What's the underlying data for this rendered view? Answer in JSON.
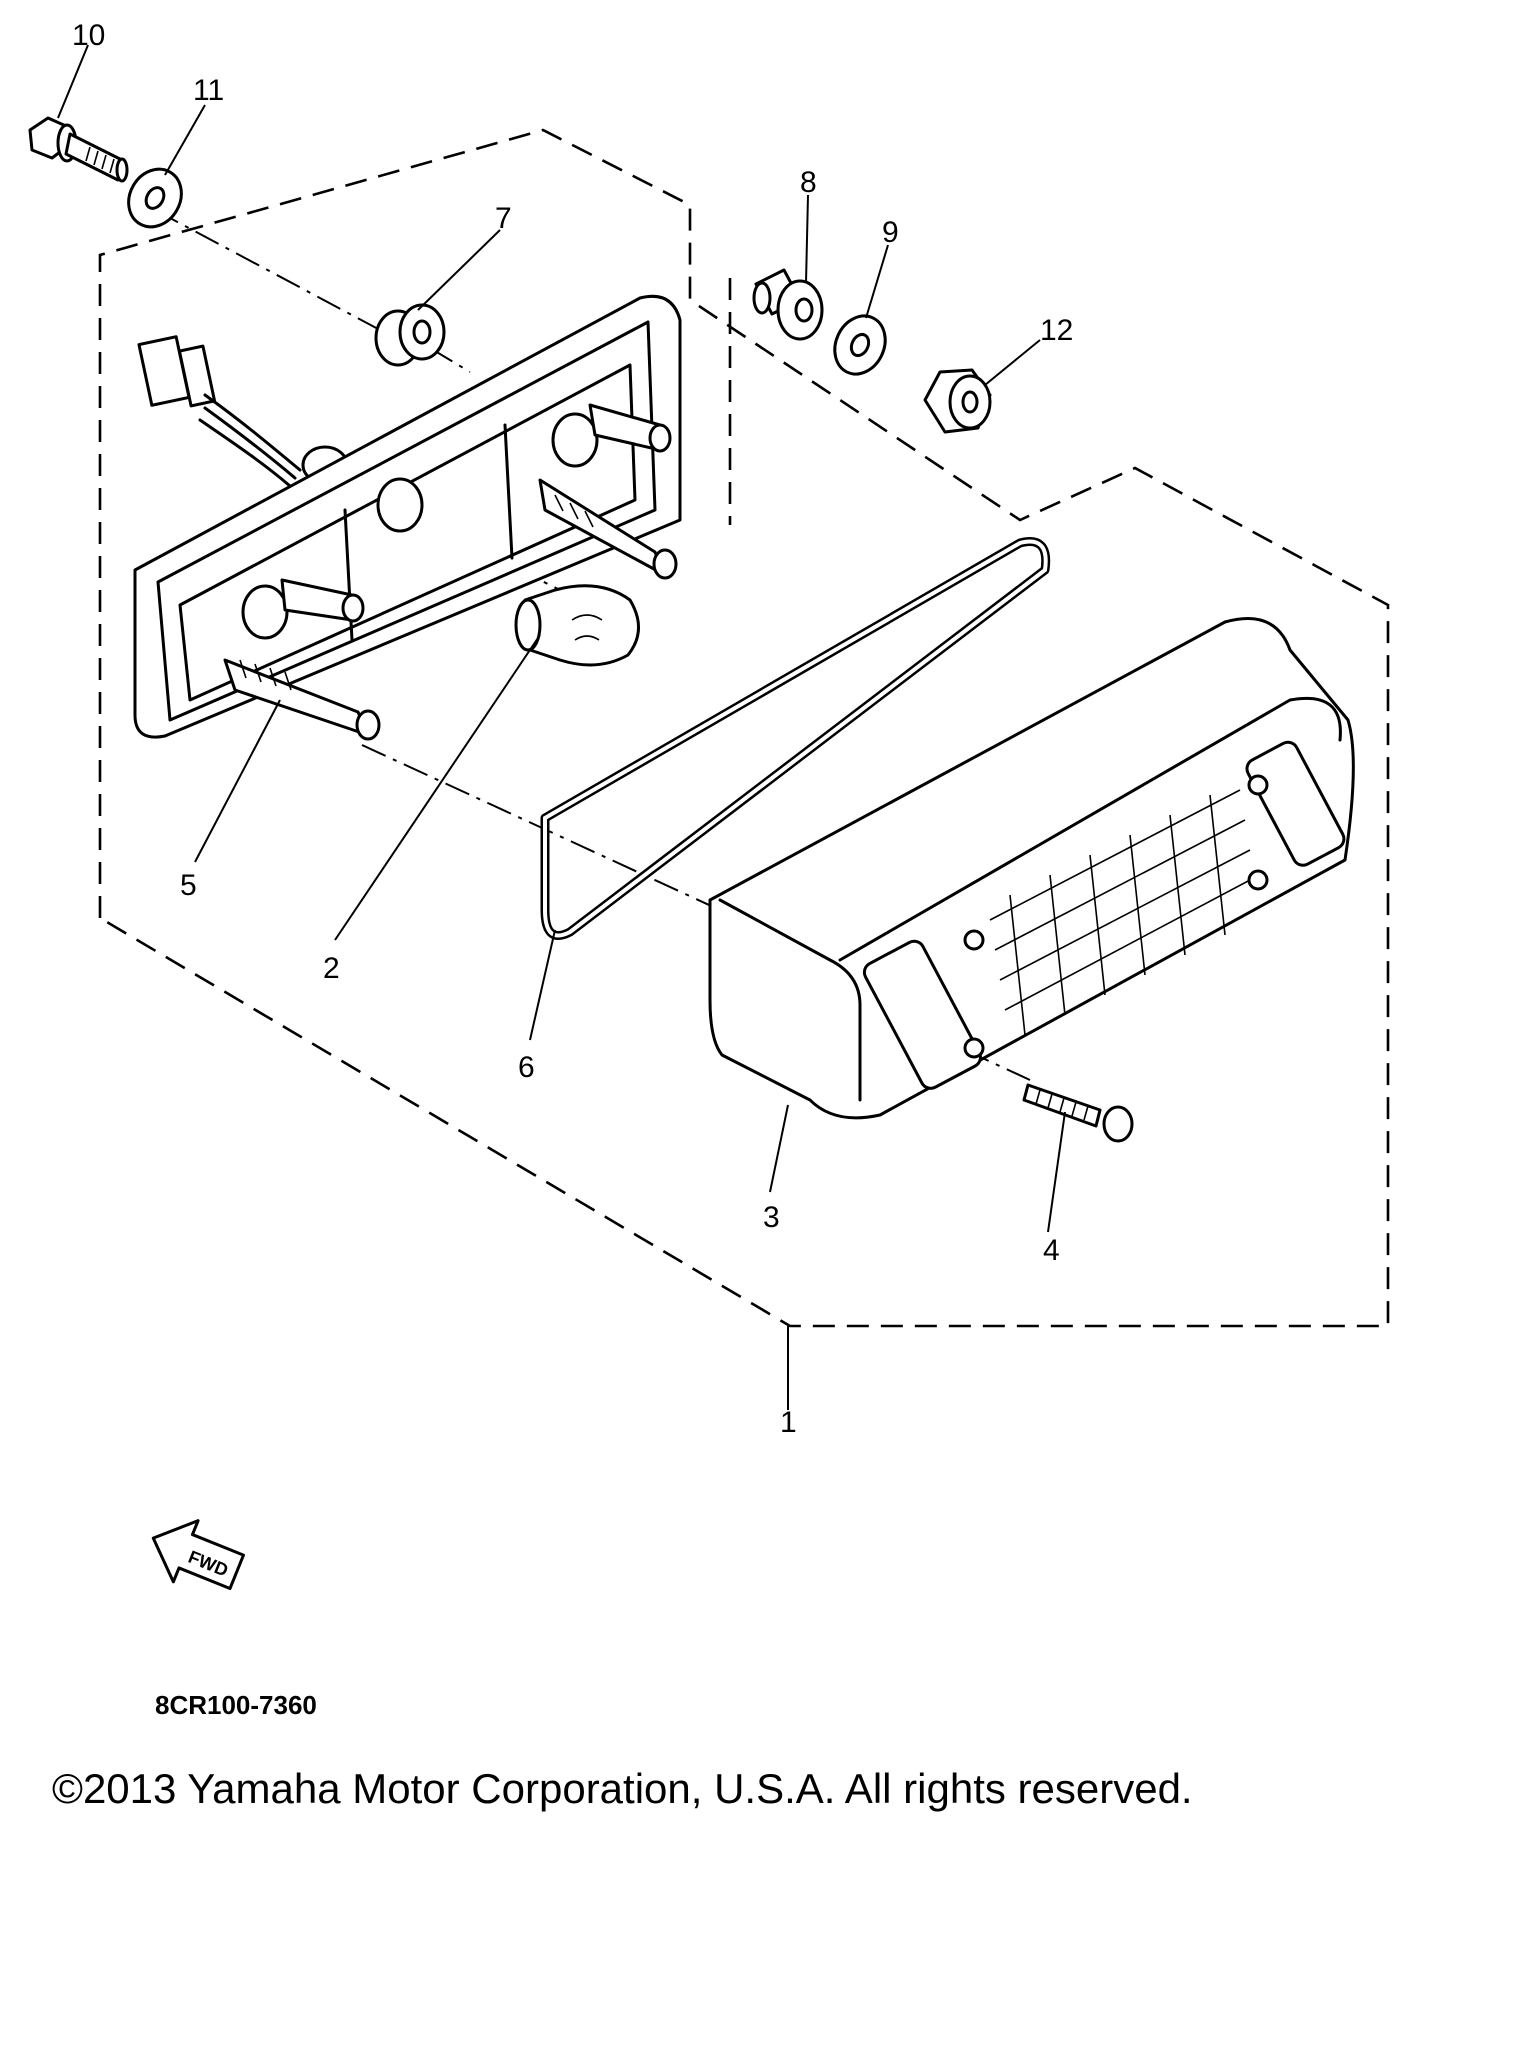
{
  "diagram": {
    "callouts": [
      "1",
      "2",
      "3",
      "4",
      "5",
      "6",
      "7",
      "8",
      "9",
      "10",
      "11",
      "12"
    ],
    "direction_marker": "FWD",
    "drawing_code": "8CR100-7360"
  },
  "footer": {
    "copyright": "©2013 Yamaha Motor Corporation, U.S.A. All rights reserved."
  }
}
